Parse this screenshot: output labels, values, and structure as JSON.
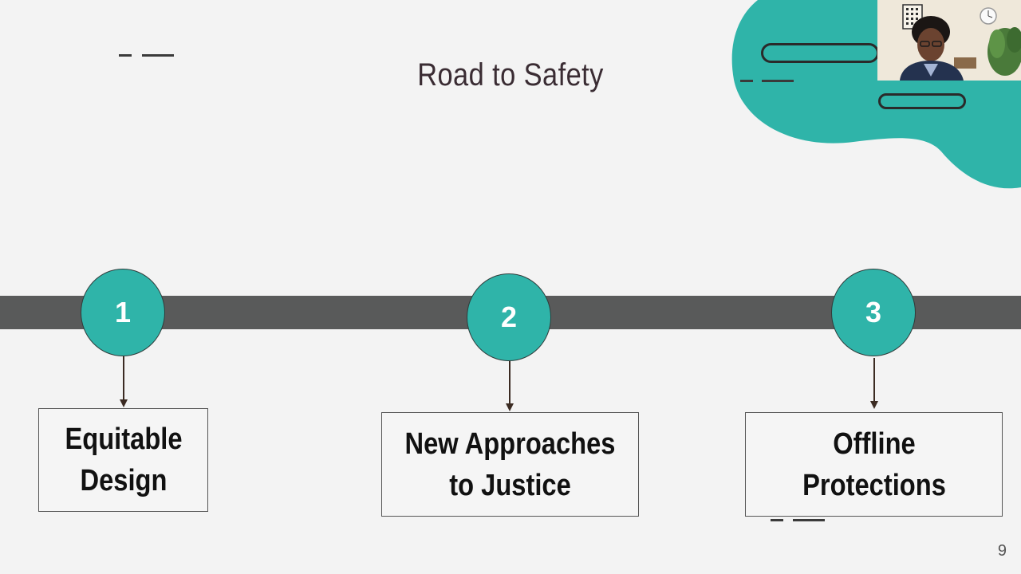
{
  "slide": {
    "title": "Road to Safety",
    "page_number": "9",
    "accent_color": "#2fb4a9",
    "road_color": "#595a5a"
  },
  "steps": [
    {
      "number": "1",
      "label": "Equitable Design"
    },
    {
      "number": "2",
      "label": "New Approaches to Justice"
    },
    {
      "number": "3",
      "label": "Offline Protections"
    }
  ],
  "webcam": {
    "description_icon": "presenter-video-icon"
  }
}
